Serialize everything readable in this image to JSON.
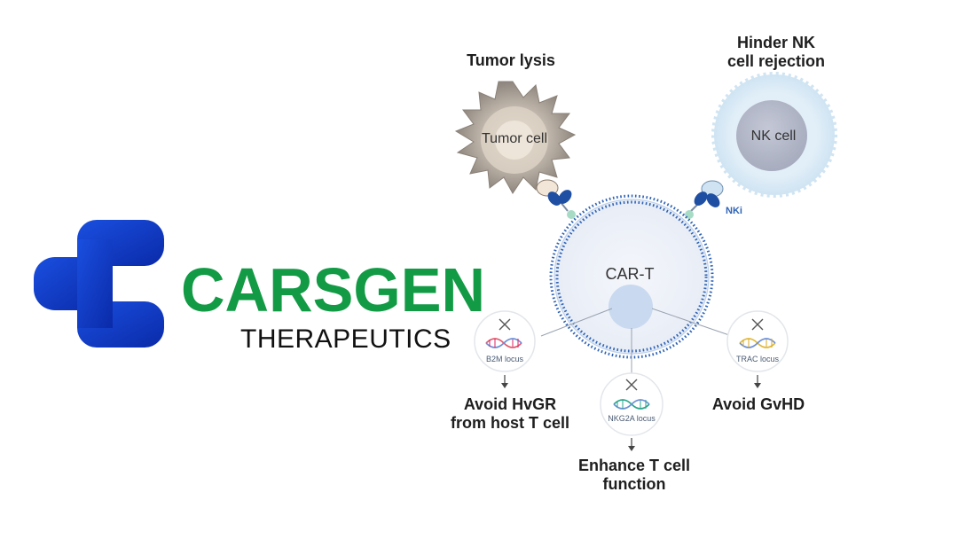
{
  "logo": {
    "name": "CARSGEN",
    "subtitle": "THERAPEUTICS"
  },
  "diagram": {
    "labels": {
      "tumor_lysis": "Tumor lysis",
      "hinder_line1": "Hinder NK",
      "hinder_line2": "cell rejection",
      "tumor_cell": "Tumor cell",
      "nk_cell": "NK cell",
      "nki": "NKi",
      "car_t": "CAR-T",
      "b2m_locus": "B2M locus",
      "nkg2a_locus": "NKG2A locus",
      "trac_locus": "TRAC locus",
      "avoid_hvgr_line1": "Avoid HvGR",
      "avoid_hvgr_line2": "from host T cell",
      "enhance_line1": "Enhance T cell",
      "enhance_line2": "function",
      "avoid_gvhd": "Avoid GvHD"
    },
    "colors": {
      "brand_green": "#129a45",
      "logo_blue": "#1440c8",
      "membrane_blue": "#2f63b7",
      "nk_halo": "#d9ebf5",
      "tumor_gray": "#b0a8a0"
    }
  }
}
